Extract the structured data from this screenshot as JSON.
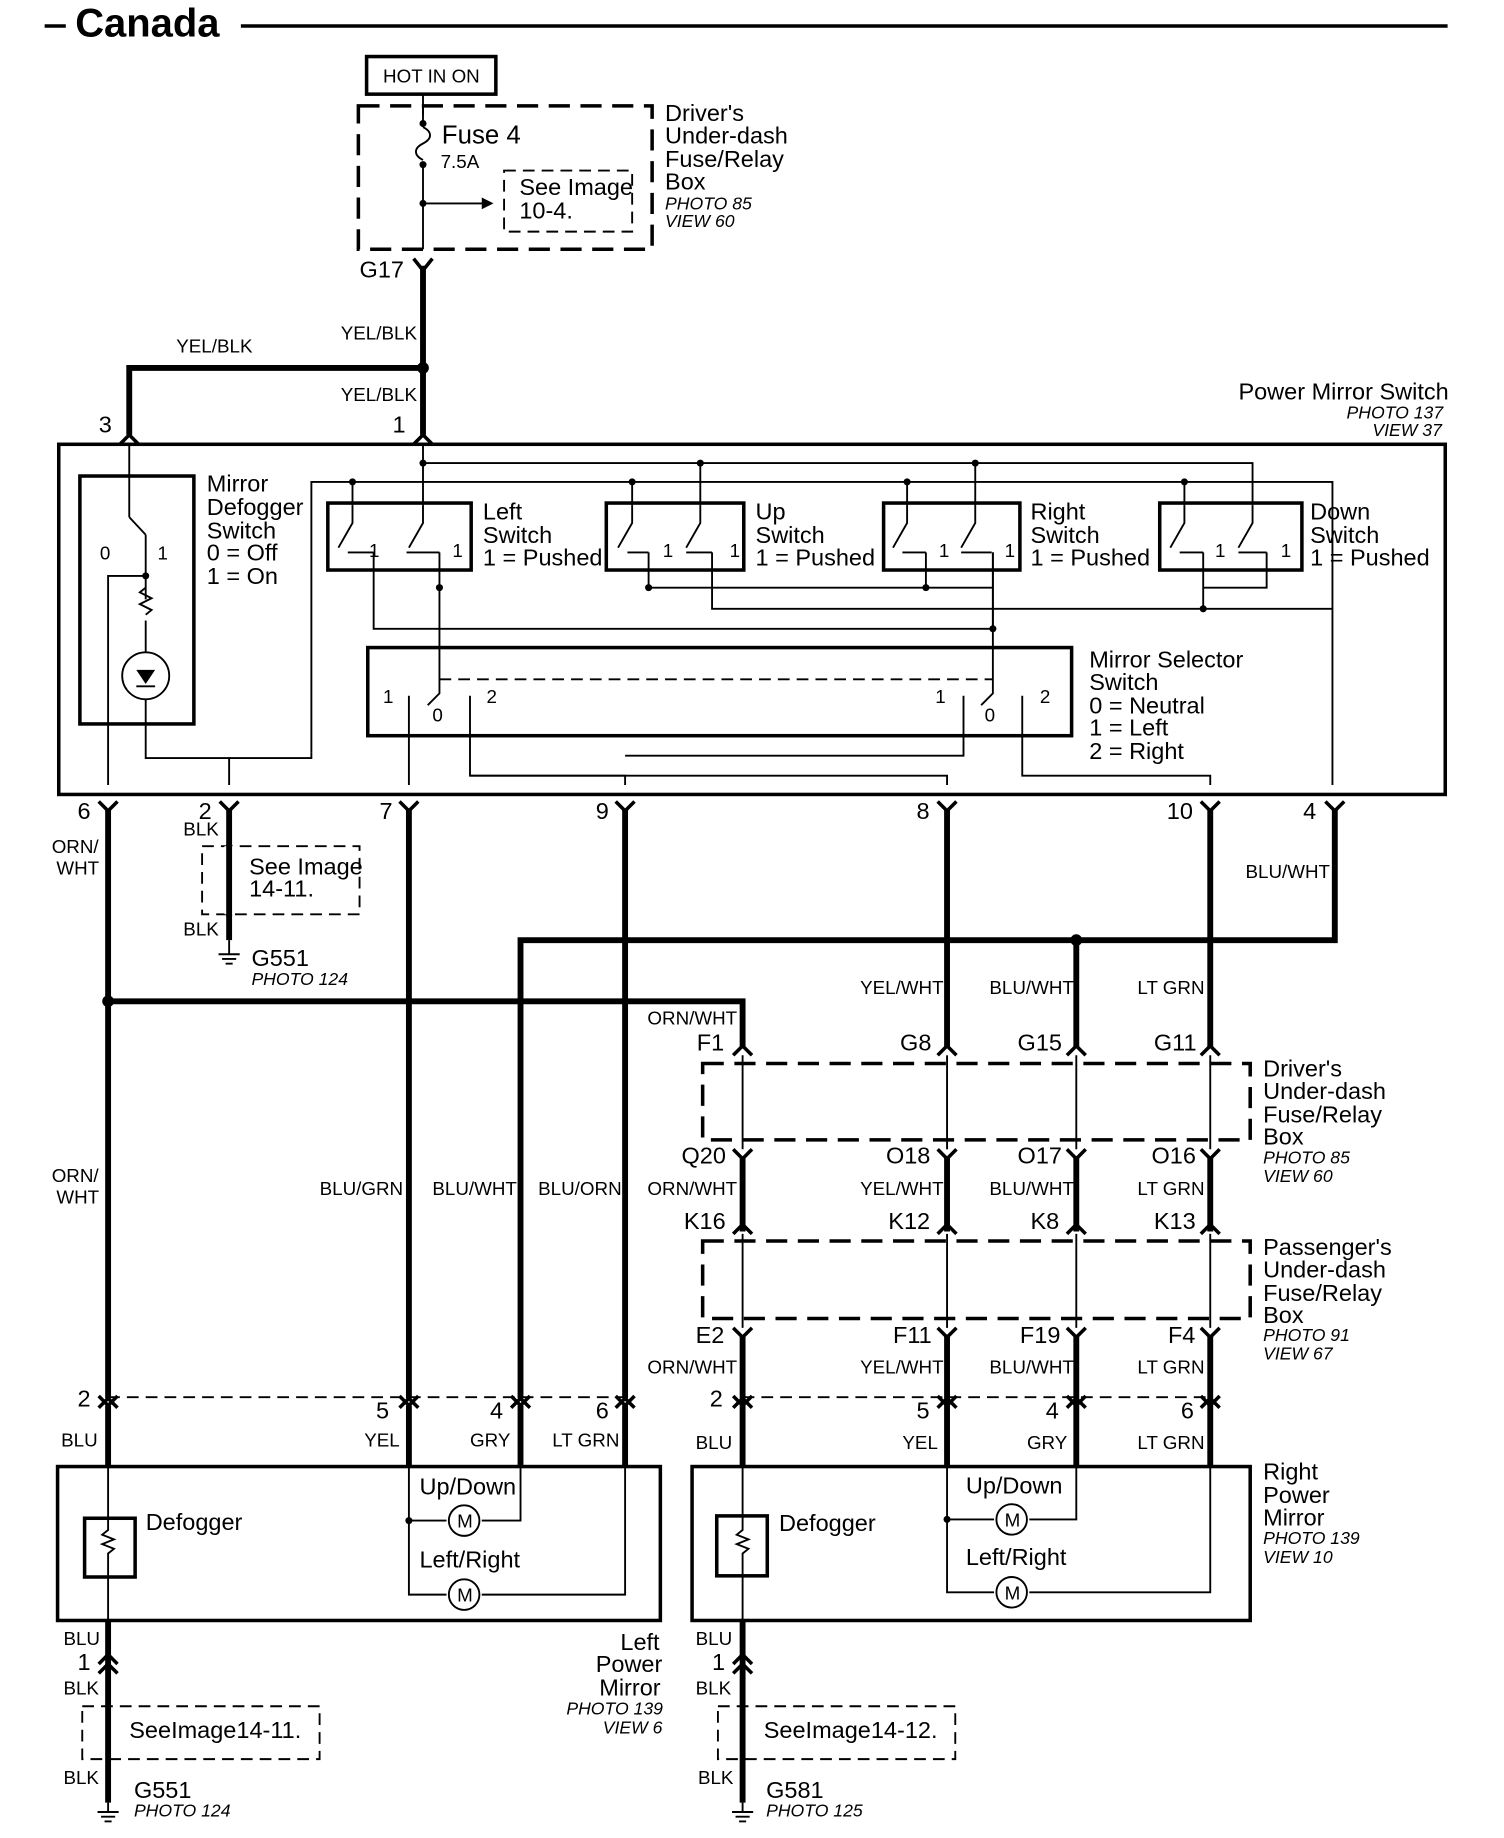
{
  "title": "Canada",
  "power": {
    "hot_label": "HOT IN ON",
    "fuse_name": "Fuse 4",
    "fuse_rating": "7.5A",
    "see_image": "See Image",
    "see_image_ref": "10-4.",
    "box_lines": [
      "Driver's",
      "Under-dash",
      "Fuse/Relay",
      "Box"
    ],
    "box_photo": "PHOTO 85",
    "box_view": "VIEW 60",
    "g17": "G17"
  },
  "feed_wires": {
    "yelblk_left": "YEL/BLK",
    "yelblk_top": "YEL/BLK",
    "yelblk_bottom": "YEL/BLK"
  },
  "switch": {
    "title": "Power Mirror Switch",
    "photo": "PHOTO 137",
    "view": "VIEW 37",
    "pins_top": [
      "3",
      "1"
    ],
    "defogger_lines": [
      "Mirror",
      "Defogger",
      "Switch",
      "0 =  Off",
      "1 =  On"
    ],
    "left_lines": [
      "Left",
      "Switch",
      "1 =  Pushed"
    ],
    "up_lines": [
      "Up",
      "Switch",
      "1 =  Pushed"
    ],
    "right_lines": [
      "Right",
      "Switch",
      "1 =  Pushed"
    ],
    "down_lines": [
      "Down",
      "Switch",
      "1 =  Pushed"
    ],
    "selector_lines": [
      "Mirror Selector",
      "Switch",
      "0 =  Neutral",
      "1 =  Left",
      "2 =  Right"
    ],
    "pins_bottom": [
      "6",
      "2",
      "7",
      "9",
      "8",
      "10",
      "4"
    ]
  },
  "wires": {
    "orn_wht": "ORN/\nWHT",
    "blk": "BLK",
    "blu_wht": "BLU/WHT",
    "yel_wht": "YEL/WHT",
    "lt_grn": "LT GRN",
    "orn_wht_inline": "ORN/WHT",
    "blu_grn": "BLU/GRN",
    "blu_orn": "BLU/ORN",
    "blu": "BLU",
    "yel": "YEL",
    "gry": "GRY"
  },
  "grounds": {
    "g551": "G551",
    "g551_photo": "PHOTO 124",
    "g581": "G581",
    "g581_photo": "PHOTO 125",
    "see_image_14_11_a": "See Image",
    "see_image_14_11_b": "14-11.",
    "see_14_11": "SeeImage14-11.",
    "see_14_12": "SeeImage14-12."
  },
  "driver_box": {
    "top_pins": [
      "F1",
      "G8",
      "G15",
      "G11"
    ],
    "bottom_pins": [
      "Q20",
      "O18",
      "O17",
      "O16"
    ],
    "lines": [
      "Driver's",
      "Under-dash",
      "Fuse/Relay",
      "Box"
    ],
    "photo": "PHOTO 85",
    "view": "VIEW 60"
  },
  "passenger_box": {
    "top_pins": [
      "K16",
      "K12",
      "K8",
      "K13"
    ],
    "bottom_pins": [
      "E2",
      "F11",
      "F19",
      "F4"
    ],
    "lines": [
      "Passenger's",
      "Under-dash",
      "Fuse/Relay",
      "Box"
    ],
    "photo": "PHOTO 91",
    "view": "VIEW 67"
  },
  "left_mirror": {
    "pins": [
      "2",
      "5",
      "4",
      "6"
    ],
    "defogger": "Defogger",
    "up_down": "Up/Down",
    "left_right": "Left/Right",
    "ground_pin": "1",
    "lines": [
      "Left",
      "Power",
      "Mirror"
    ],
    "photo": "PHOTO 139",
    "view": "VIEW 6"
  },
  "right_mirror": {
    "pins": [
      "2",
      "5",
      "4",
      "6"
    ],
    "defogger": "Defogger",
    "up_down": "Up/Down",
    "left_right": "Left/Right",
    "ground_pin": "1",
    "lines": [
      "Right",
      "Power",
      "Mirror"
    ],
    "photo": "PHOTO 139",
    "view": "VIEW 10"
  },
  "motor_symbol": "M"
}
